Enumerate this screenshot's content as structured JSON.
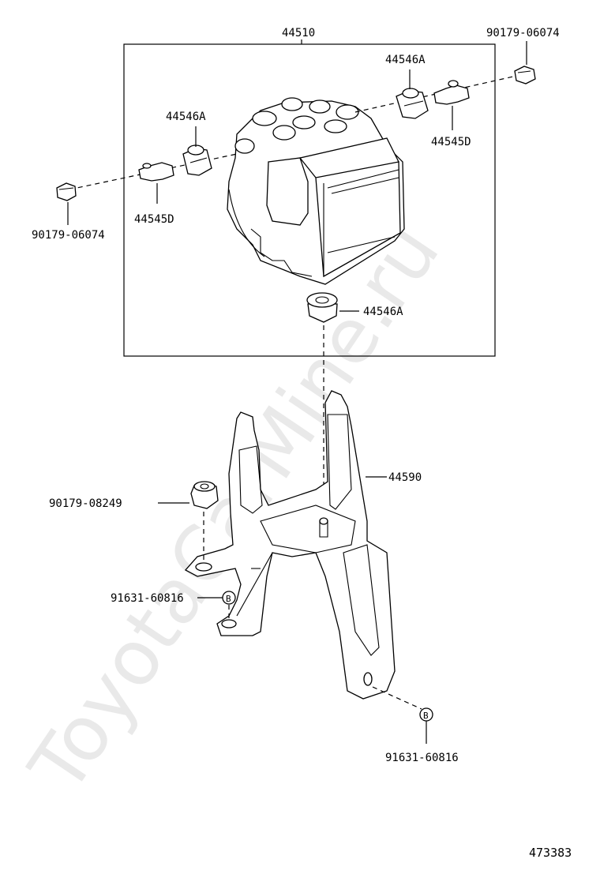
{
  "diagram": {
    "watermark": "ToyotaCarMine.ru",
    "drawing_number": "473383",
    "assembly_label": "44510",
    "callouts": {
      "bolt_top_right": "90179-06074",
      "bushing_top_right": "44546A",
      "collar_top_right": "44545D",
      "bushing_left": "44546A",
      "collar_left": "44545D",
      "bolt_left": "90179-06074",
      "bushing_bottom": "44546A",
      "bracket": "44590",
      "nut": "90179-08249",
      "bolt_b_left": "91631-60816",
      "bolt_b_right": "91631-60816"
    },
    "ref_marker": "B"
  }
}
